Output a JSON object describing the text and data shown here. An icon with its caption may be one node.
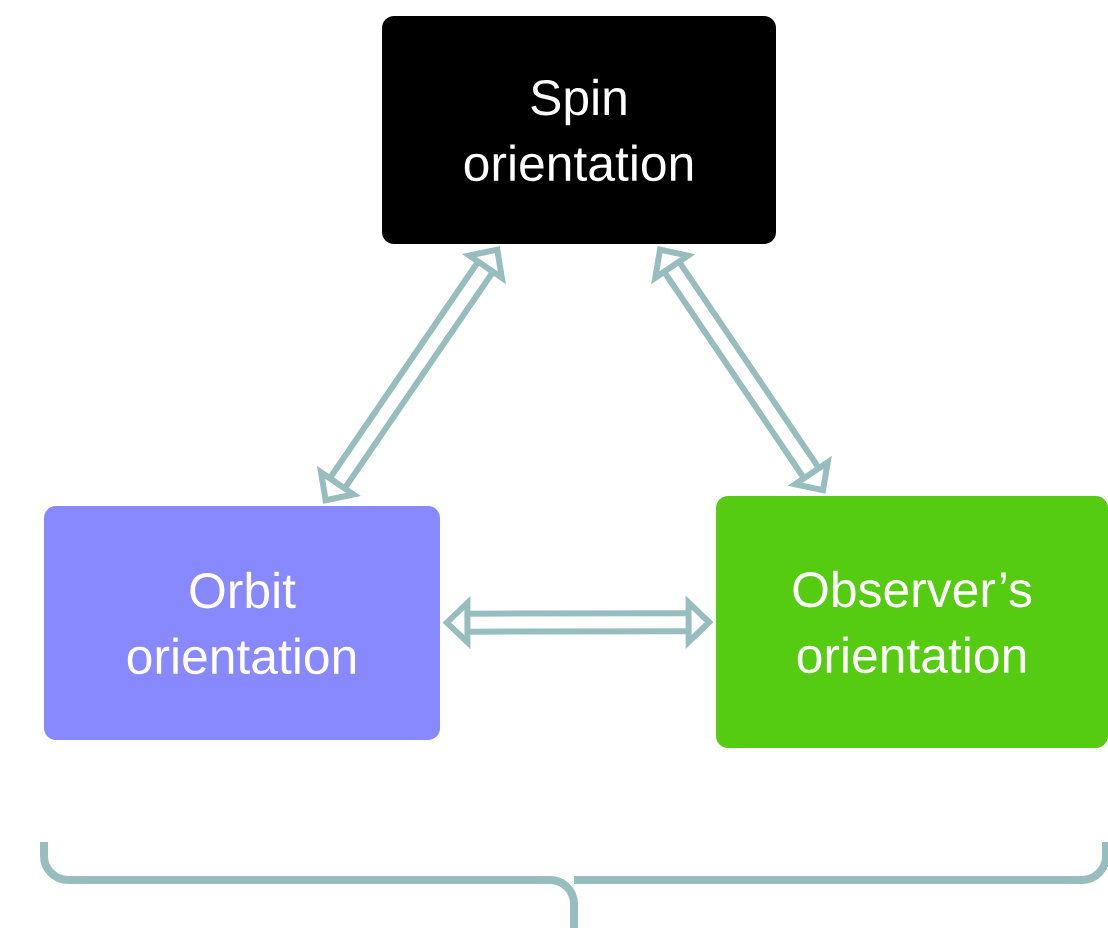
{
  "diagram": {
    "nodes": [
      {
        "text": [
          "Spin orientation"
        ]
      },
      {
        "text": [
          "Orbit orientation"
        ]
      },
      {
        "text": [
          "Observer’s orientation"
        ]
      }
    ],
    "edges": [
      {
        "from": 0,
        "to": 1,
        "arrow": "both"
      },
      {
        "from": 0,
        "to": 2,
        "arrow": "both"
      },
      {
        "from": 1,
        "to": 2,
        "arrow": "both"
      }
    ]
  }
}
